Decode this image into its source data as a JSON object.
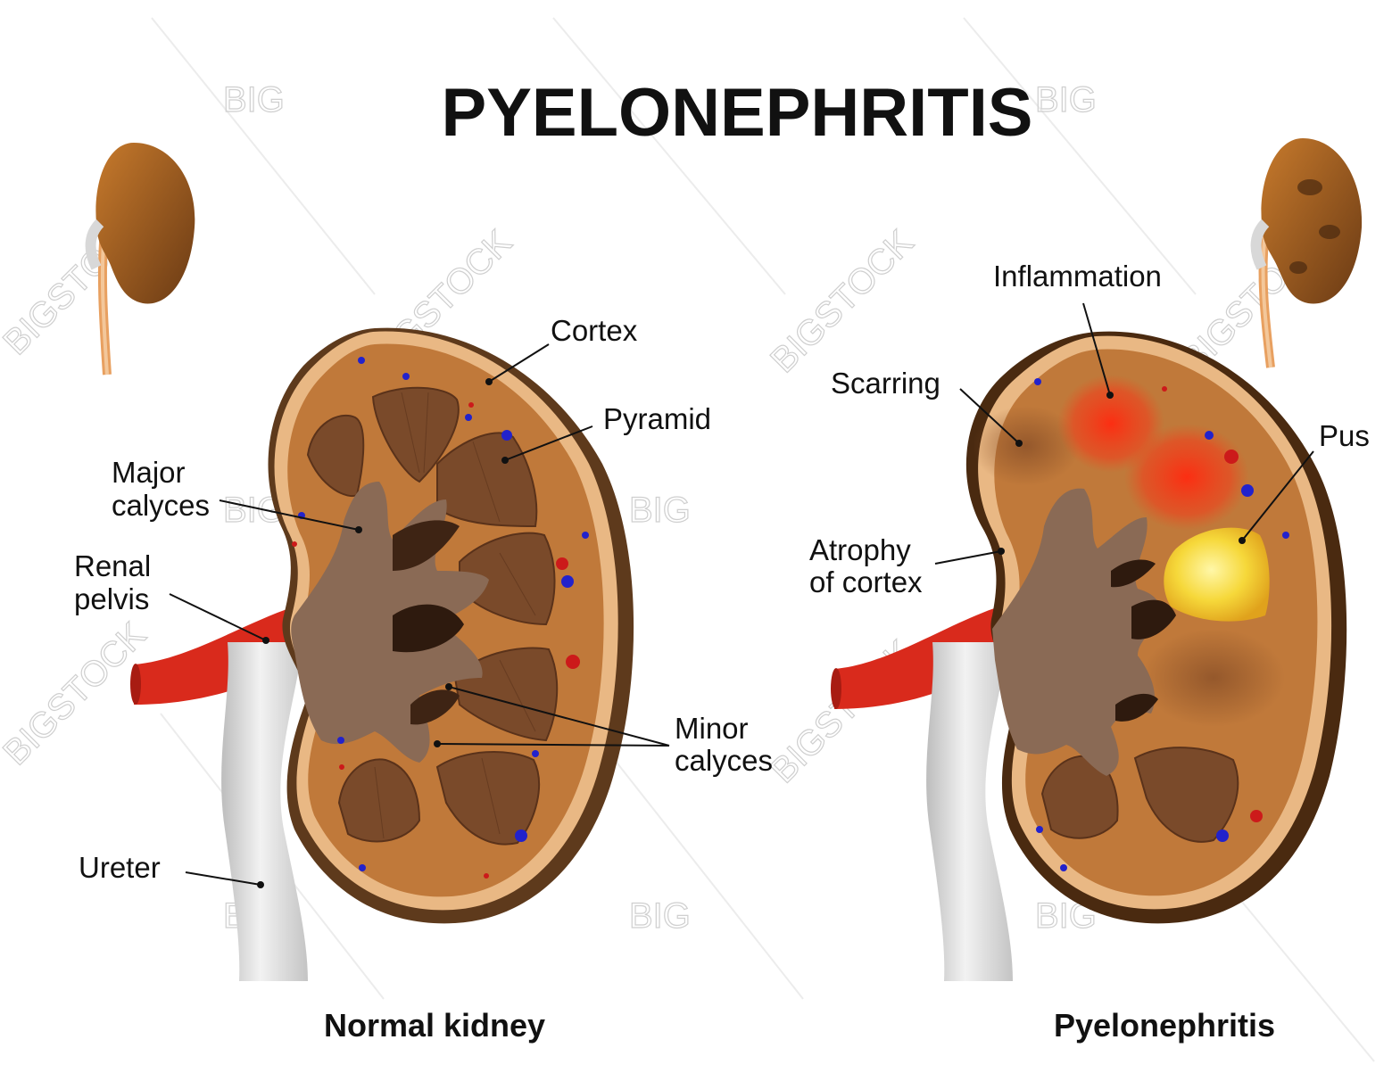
{
  "title": "PYELONEPHRITIS",
  "watermark": {
    "brand": "BIGSTOCK",
    "short": "BIG"
  },
  "normal": {
    "caption": "Normal kidney",
    "labels": {
      "cortex": "Cortex",
      "pyramid": "Pyramid",
      "major_calyces": [
        "Major",
        "calyces"
      ],
      "renal_pelvis": [
        "Renal",
        "pelvis"
      ],
      "minor_calyces": [
        "Minor",
        "calyces"
      ],
      "ureter": "Ureter"
    }
  },
  "disease": {
    "caption": "Pyelonephritis",
    "labels": {
      "inflammation": "Inflammation",
      "scarring": "Scarring",
      "pus": "Pus",
      "atrophy": [
        "Atrophy",
        "of cortex"
      ]
    }
  },
  "colors": {
    "cortex": "#c0793a",
    "capsule": "#e9b884",
    "pyramid": "#7a4a2a",
    "pelvis": "#8a6a55",
    "artery": "#d92a1c",
    "ureter": "#dcdcdc",
    "pus": "#f4d23a",
    "inflammation": "#e8341c"
  }
}
